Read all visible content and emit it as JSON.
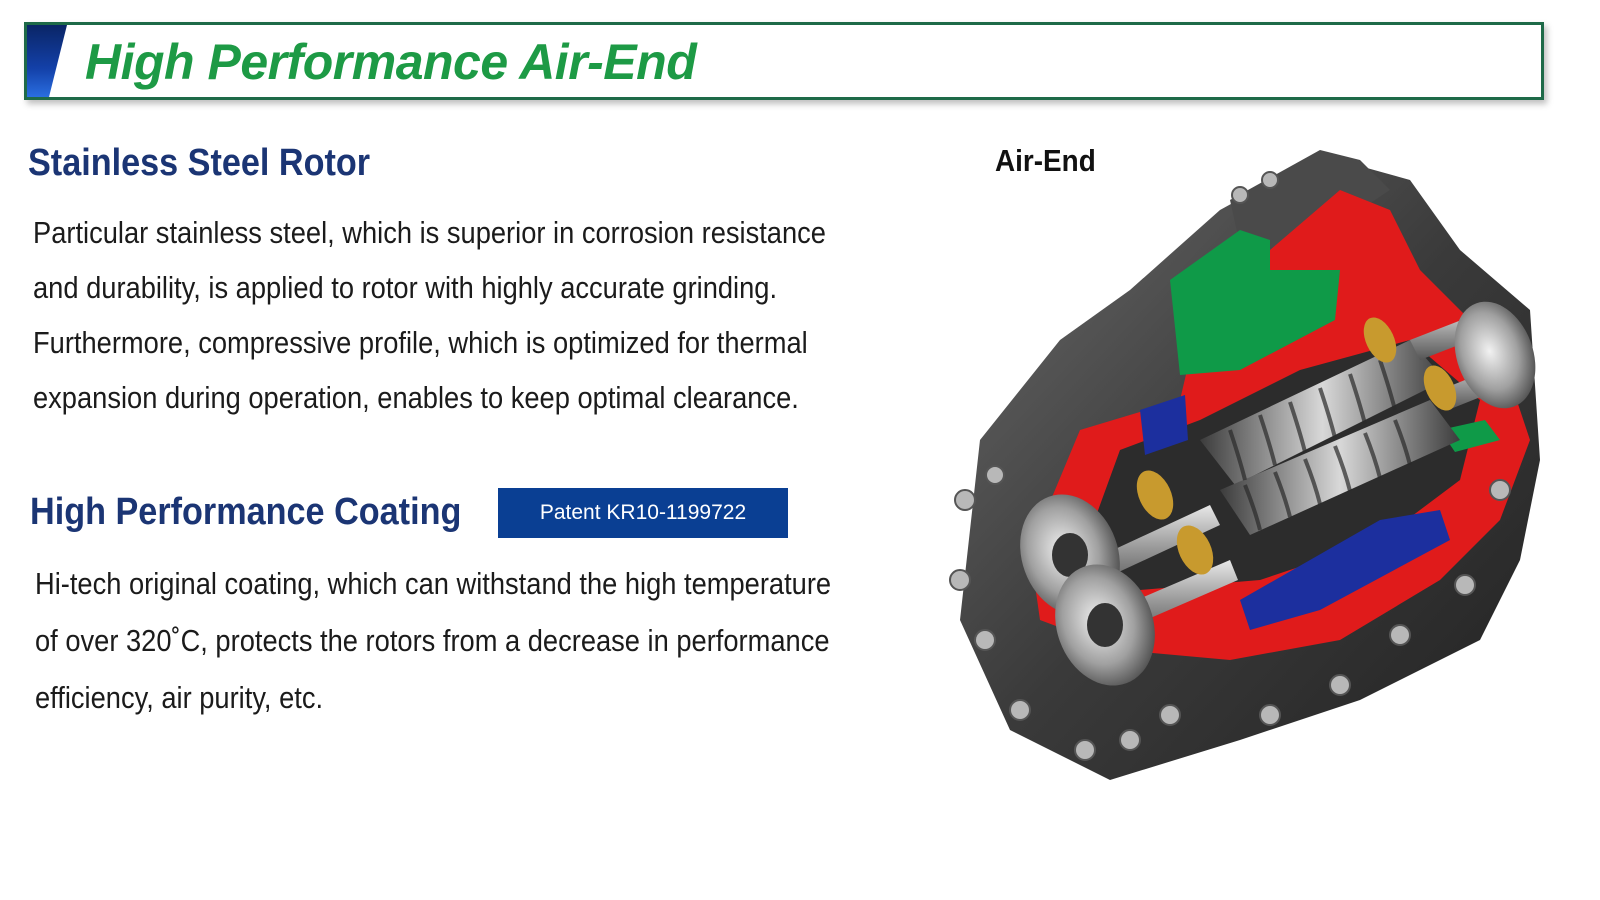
{
  "title": "High Performance Air-End",
  "sections": [
    {
      "heading": "Stainless Steel Rotor",
      "lines": [
        "Particular stainless steel, which is superior in corrosion resistance",
        "and durability, is applied to rotor with highly accurate grinding.",
        "Furthermore, compressive profile, which is optimized for thermal",
        "expansion during operation, enables to keep optimal clearance."
      ]
    },
    {
      "heading": "High Performance Coating",
      "badge": "Patent KR10-1199722",
      "lines": [
        "Hi-tech original coating, which can withstand the high temperature",
        "of over 320˚C, protects the rotors from a decrease in performance",
        "efficiency, air purity, etc."
      ]
    }
  ],
  "figure": {
    "label": "Air-End"
  },
  "colors": {
    "title_text": "#1d9a45",
    "title_border": "#1e6a48",
    "heading": "#1b3574",
    "badge_bg": "#0a3f93",
    "cutaway_red": "#e01b1b",
    "cutaway_green": "#0f9a48",
    "cutaway_blue": "#1c2f9e"
  }
}
